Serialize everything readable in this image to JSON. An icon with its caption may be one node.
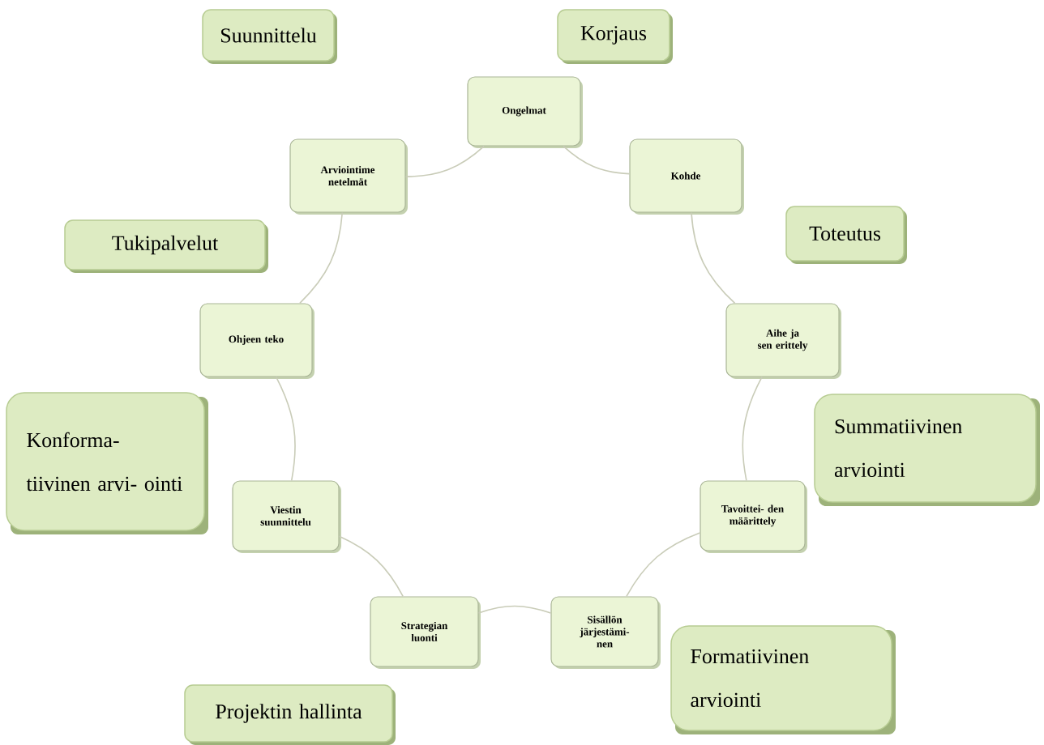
{
  "diagram": {
    "nodes": [
      {
        "text": [
          "Suunnittelu"
        ]
      },
      {
        "text": [
          "Korjaus"
        ]
      },
      {
        "text": [
          "Ongelmat"
        ]
      },
      {
        "text": [
          "Arviointime netelmät"
        ]
      },
      {
        "text": [
          "Kohde"
        ]
      },
      {
        "text": [
          "Tukipalvelut"
        ]
      },
      {
        "text": [
          "Toteutus"
        ]
      },
      {
        "text": [
          "Ohjeen teko"
        ]
      },
      {
        "text": [
          "Aihe ja sen erittely"
        ]
      },
      {
        "text": [
          "Konforma- tiivinen arvi- ointi"
        ]
      },
      {
        "text": [
          "Summatiivinen arviointi"
        ]
      },
      {
        "text": [
          "Viestin suunnittelu"
        ]
      },
      {
        "text": [
          "Tavoittei- den määrittely"
        ]
      },
      {
        "text": [
          "Strategian luonti"
        ]
      },
      {
        "text": [
          "Sisällön järjestämi- nen"
        ]
      },
      {
        "text": [
          "Formatiivinen arviointi"
        ]
      },
      {
        "text": [
          "Projektin hallinta"
        ]
      }
    ],
    "edges": [
      {
        "from": 2,
        "to": 4,
        "arrow": "none"
      },
      {
        "from": 4,
        "to": 8,
        "arrow": "none"
      },
      {
        "from": 8,
        "to": 12,
        "arrow": "none"
      },
      {
        "from": 12,
        "to": 14,
        "arrow": "none"
      },
      {
        "from": 14,
        "to": 13,
        "arrow": "none"
      },
      {
        "from": 13,
        "to": 11,
        "arrow": "none"
      },
      {
        "from": 11,
        "to": 7,
        "arrow": "none"
      },
      {
        "from": 7,
        "to": 3,
        "arrow": "none"
      },
      {
        "from": 3,
        "to": 2,
        "arrow": "none"
      }
    ]
  }
}
